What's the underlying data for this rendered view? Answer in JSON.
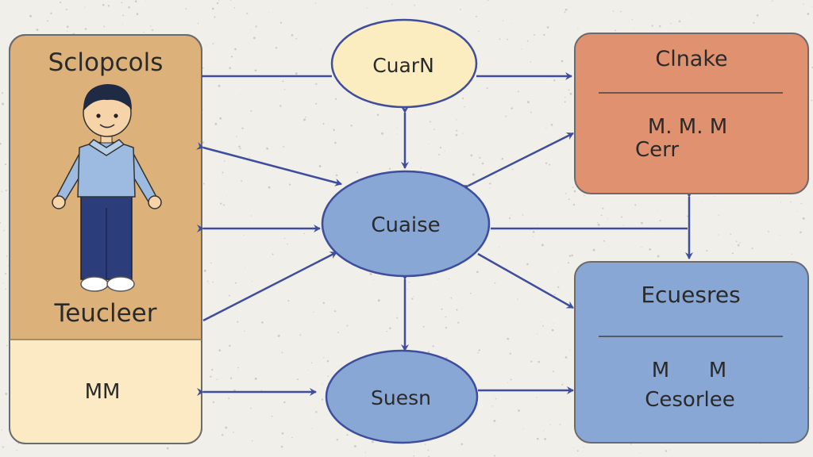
{
  "left_panel": {
    "title": "Sclopcols",
    "figure_label": "Teucleer",
    "footer": "MM"
  },
  "nodes": {
    "top": "CuarN",
    "center": "Cuaise",
    "bottom": "Suesn"
  },
  "top_right_box": {
    "title": "Clnake",
    "line1": "M. M. M",
    "line2": "Cerr"
  },
  "bottom_right_box": {
    "title": "Ecuesres",
    "line1": "M      M",
    "line2": "Cesorlee"
  },
  "colors": {
    "background": "#f1efea",
    "left_panel_top": "#ddb27a",
    "left_panel_bottom": "#fbeac3",
    "top_node": "#fbedbf",
    "blue_node": "#88a7d4",
    "top_right_box": "#e09170",
    "bottom_right_box": "#88a7d4",
    "edge": "#3e4d9c"
  },
  "icons": [
    "person-icon"
  ]
}
